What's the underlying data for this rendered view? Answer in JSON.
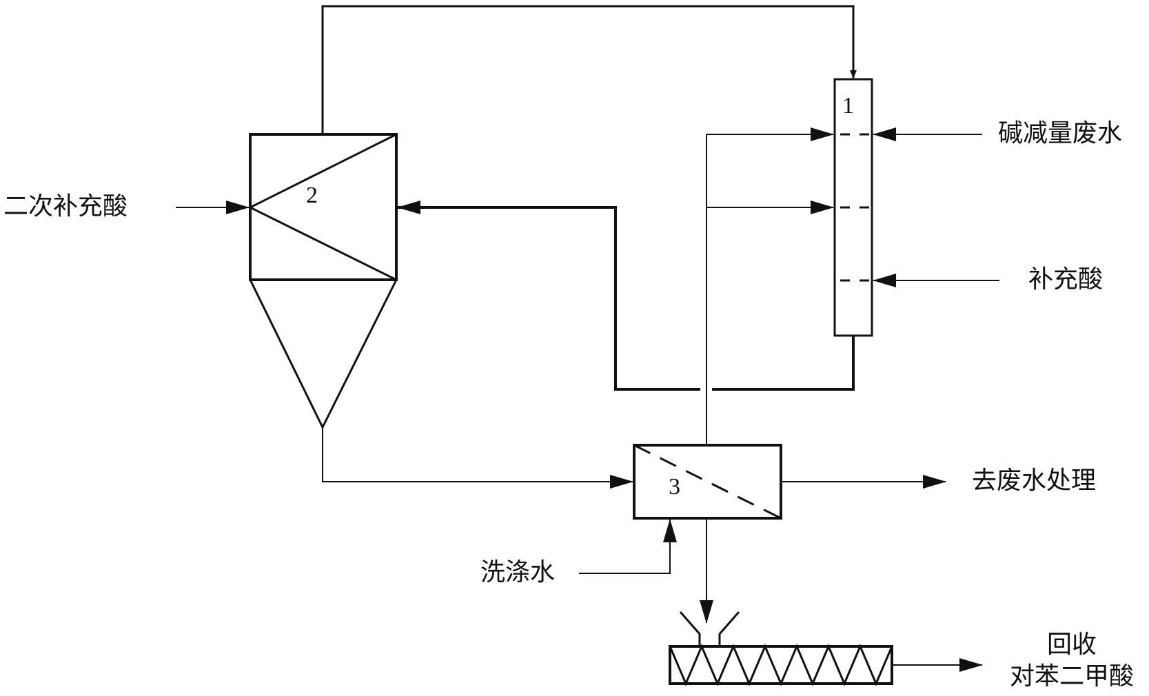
{
  "units": {
    "unit1": "1",
    "unit2": "2",
    "unit3": "3"
  },
  "labels": {
    "alkali_waste_water": "碱减量废水",
    "makeup_acid": "补充酸",
    "secondary_makeup_acid": "二次补充酸",
    "to_wastewater_treatment": "去废水处理",
    "wash_water": "洗涤水",
    "recover_line1": "回收",
    "recover_line2": "对苯二甲酸"
  },
  "colors": {
    "stroke": "#111111",
    "background": "#ffffff"
  }
}
